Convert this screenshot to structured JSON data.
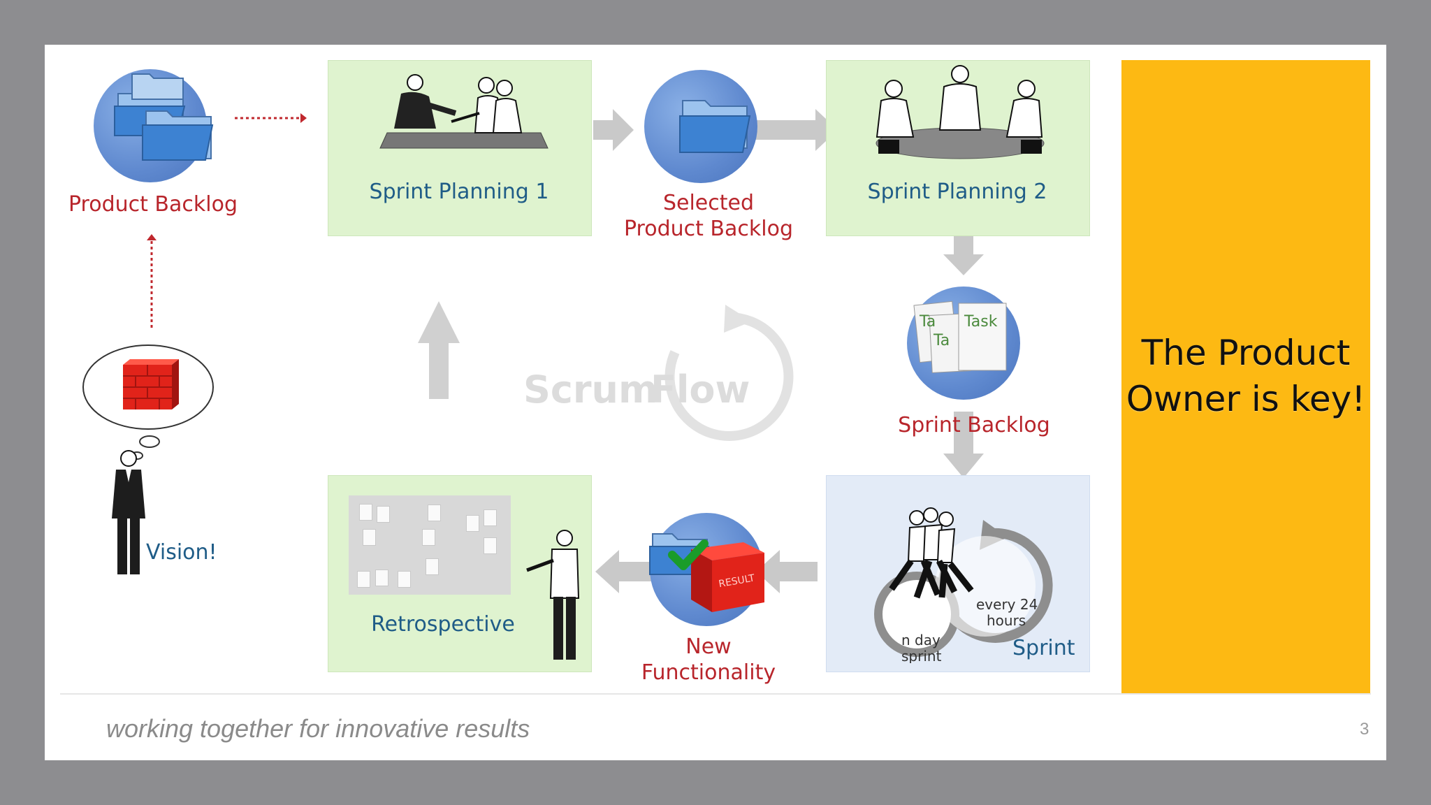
{
  "diagram": {
    "product_backlog": "Product Backlog",
    "sprint_planning_1": "Sprint Planning 1",
    "selected_backlog_line1": "Selected",
    "selected_backlog_line2": "Product Backlog",
    "sprint_planning_2": "Sprint Planning 2",
    "sprint_backlog": "Sprint Backlog",
    "task_label": "Task",
    "task_label_partial_1": "Ta",
    "task_label_partial_2": "Ta",
    "center_word_1": "Scrum",
    "center_word_2": "Flow",
    "vision": "Vision!",
    "retrospective": "Retrospective",
    "new_functionality": "New Functionality",
    "result_label": "RESULT",
    "sprint": "Sprint",
    "cycle_every_line1": "every 24",
    "cycle_every_line2": "hours",
    "cycle_sprint_line1": "n day",
    "cycle_sprint_line2": "sprint"
  },
  "panel": {
    "line1": "The Product",
    "line2": "Owner is key!"
  },
  "footer": {
    "tagline": "working together for innovative results",
    "page_number": "3"
  },
  "colors": {
    "background": "#8d8d90",
    "panel": "#fdb913",
    "green_box": "#dff3cf",
    "blue_box": "#e3ebf7",
    "red_label": "#b8252b",
    "blue_label": "#1f5c87"
  }
}
